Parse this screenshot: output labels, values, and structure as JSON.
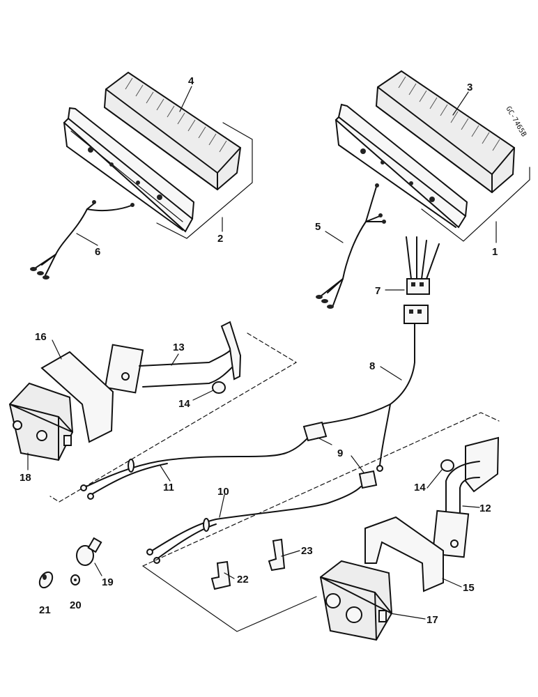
{
  "drawing_code": "GC-7465B",
  "callouts": [
    {
      "id": "c1",
      "text": "1"
    },
    {
      "id": "c2",
      "text": "2"
    },
    {
      "id": "c3",
      "text": "3"
    },
    {
      "id": "c4",
      "text": "4"
    },
    {
      "id": "c5",
      "text": "5"
    },
    {
      "id": "c6",
      "text": "6"
    },
    {
      "id": "c7",
      "text": "7"
    },
    {
      "id": "c8",
      "text": "8"
    },
    {
      "id": "c9",
      "text": "9"
    },
    {
      "id": "c10",
      "text": "10"
    },
    {
      "id": "c11",
      "text": "11"
    },
    {
      "id": "c12",
      "text": "12"
    },
    {
      "id": "c13",
      "text": "13"
    },
    {
      "id": "c14a",
      "text": "14"
    },
    {
      "id": "c14b",
      "text": "14"
    },
    {
      "id": "c15",
      "text": "15"
    },
    {
      "id": "c16",
      "text": "16"
    },
    {
      "id": "c17",
      "text": "17"
    },
    {
      "id": "c18",
      "text": "18"
    },
    {
      "id": "c19",
      "text": "19"
    },
    {
      "id": "c20",
      "text": "20"
    },
    {
      "id": "c21",
      "text": "21"
    },
    {
      "id": "c22",
      "text": "22"
    },
    {
      "id": "c23",
      "text": "23"
    }
  ]
}
